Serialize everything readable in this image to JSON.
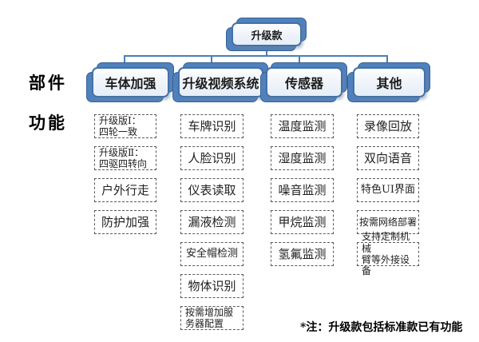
{
  "side_labels": {
    "components": "部件",
    "functions": "功能"
  },
  "root": {
    "label": "升级款"
  },
  "branches": [
    {
      "label": "车体加强",
      "items": [
        "升级版Ⅰ：\n四轮一致",
        "升级版Ⅱ：\n四驱四转向",
        "户外行走",
        "防护加强"
      ]
    },
    {
      "label": "升级视频系统",
      "items": [
        "车牌识别",
        "人脸识别",
        "仪表读取",
        "漏液检测",
        "安全帽检测",
        "物体识别",
        "按需增加服\n务器配置"
      ]
    },
    {
      "label": "传感器",
      "items": [
        "温度监测",
        "湿度监测",
        "噪音监测",
        "甲烷监测",
        "氢氟监测"
      ]
    },
    {
      "label": "其他",
      "items": [
        "录像回放",
        "双向语音",
        "特色UI界面",
        "按需网络部署",
        "支持定制机械\n臂等外接设备"
      ]
    }
  ],
  "footnote": "*注：升级款包括标准款已有功能",
  "colors": {
    "accent_fill": "#4f81bd",
    "accent_stroke": "#3a6392",
    "front_border": "#4472a8",
    "connector": "#4a7ebb",
    "dashed_border": "#595959",
    "text": "#1b1b1b"
  }
}
